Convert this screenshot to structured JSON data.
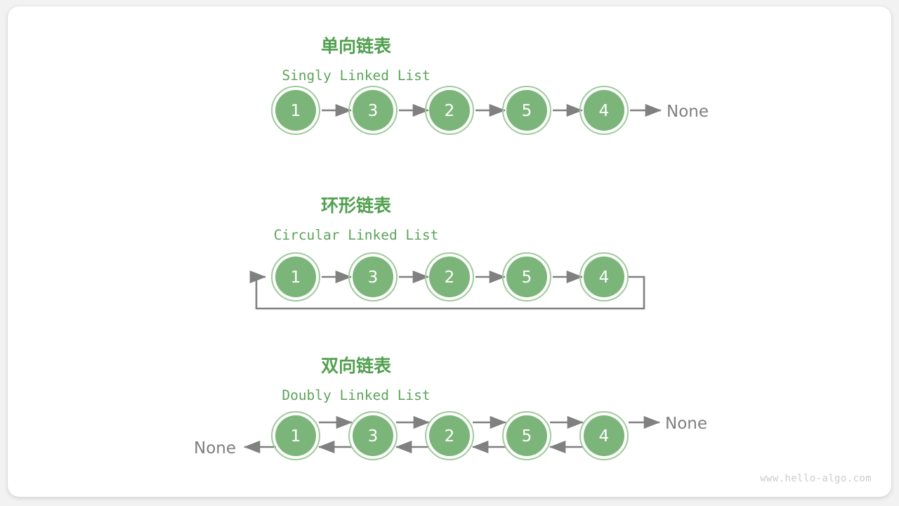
{
  "page": {
    "background": "#f2f2f3",
    "card_background": "#ffffff",
    "watermark": "www.hello-algo.com"
  },
  "colors": {
    "title": "#52a050",
    "subtitle": "#5ca45b",
    "node_fill": "#7cb57a",
    "node_ring": "#9ecb9b",
    "node_text": "#ffffff",
    "arrow": "#808080",
    "none_text": "#7f7f7f",
    "watermark": "#cccccc"
  },
  "sections": [
    {
      "id": "singly",
      "title_cn": "单向链表",
      "title_en": "Singly Linked List",
      "nodes": [
        1,
        3,
        2,
        5,
        4
      ],
      "tail_label": "None",
      "head_label": null,
      "bidirectional": false,
      "circular": false
    },
    {
      "id": "circular",
      "title_cn": "环形链表",
      "title_en": "Circular Linked List",
      "nodes": [
        1,
        3,
        2,
        5,
        4
      ],
      "tail_label": null,
      "head_label": null,
      "bidirectional": false,
      "circular": true
    },
    {
      "id": "doubly",
      "title_cn": "双向链表",
      "title_en": "Doubly Linked List",
      "nodes": [
        1,
        3,
        2,
        5,
        4
      ],
      "tail_label": "None",
      "head_label": "None",
      "bidirectional": true,
      "circular": false
    }
  ]
}
